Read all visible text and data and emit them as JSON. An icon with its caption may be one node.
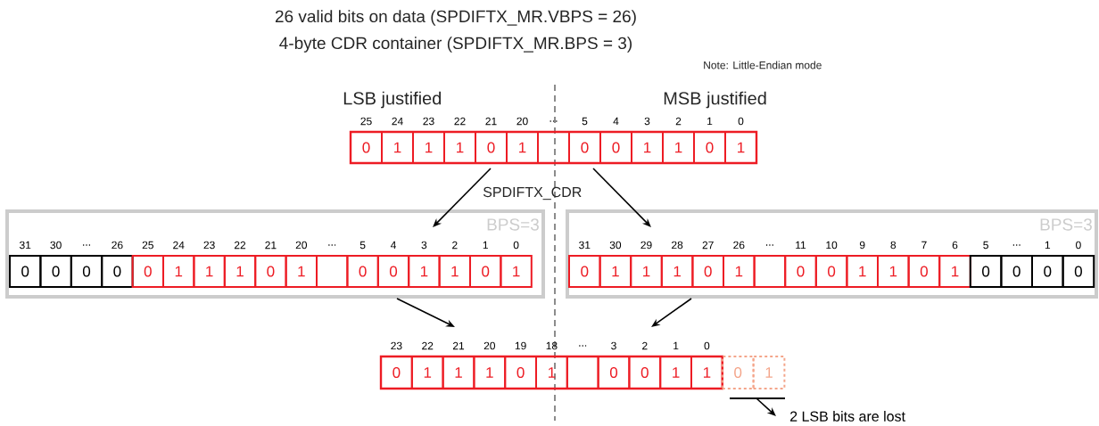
{
  "diagram": {
    "nodes": [
      {
        "text": [],
        "shape": "bar"
      },
      {
        "text": [
          "0"
        ],
        "in": 0,
        "beside": [
          "25"
        ]
      },
      {
        "text": [
          "1"
        ],
        "in": 0,
        "beside": [
          "24"
        ]
      },
      {
        "text": [
          "1"
        ],
        "in": 0,
        "beside": [
          "23"
        ]
      },
      {
        "text": [
          "1"
        ],
        "in": 0,
        "beside": [
          "22"
        ]
      },
      {
        "text": [
          "0"
        ],
        "in": 0,
        "beside": [
          "21"
        ]
      },
      {
        "text": [
          "1"
        ],
        "in": 0,
        "beside": [
          "20"
        ]
      },
      {
        "text": [],
        "shape": "box",
        "in": 0,
        "beside": [
          "..."
        ]
      },
      {
        "text": [
          "0"
        ],
        "in": 0,
        "beside": [
          "5"
        ]
      },
      {
        "text": [
          "0"
        ],
        "in": 0,
        "beside": [
          "4"
        ]
      },
      {
        "text": [
          "1"
        ],
        "in": 0,
        "beside": [
          "3"
        ]
      },
      {
        "text": [
          "1"
        ],
        "in": 0,
        "beside": [
          "2"
        ]
      },
      {
        "text": [
          "0"
        ],
        "in": 0,
        "beside": [
          "1"
        ]
      },
      {
        "text": [
          "1"
        ],
        "in": 0,
        "beside": [
          "0"
        ]
      },
      {
        "text": [
          "BPS=3"
        ]
      },
      {
        "text": [
          "0"
        ],
        "in": 14,
        "beside": [
          "31"
        ]
      },
      {
        "text": [
          "0"
        ],
        "in": 14,
        "beside": [
          "30"
        ]
      },
      {
        "text": [
          "0"
        ],
        "in": 14,
        "beside": [
          "..."
        ]
      },
      {
        "text": [
          "0"
        ],
        "in": 14,
        "beside": [
          "26"
        ]
      },
      {
        "text": [
          "0"
        ],
        "in": 14,
        "beside": [
          "25"
        ]
      },
      {
        "text": [
          "1"
        ],
        "in": 14,
        "beside": [
          "24"
        ]
      },
      {
        "text": [
          "1"
        ],
        "in": 14,
        "beside": [
          "23"
        ]
      },
      {
        "text": [
          "1"
        ],
        "in": 14,
        "beside": [
          "22"
        ]
      },
      {
        "text": [
          "0"
        ],
        "in": 14,
        "beside": [
          "21"
        ]
      },
      {
        "text": [
          "1"
        ],
        "in": 14,
        "beside": [
          "20"
        ]
      },
      {
        "text": [],
        "shape": "box",
        "in": 14,
        "beside": [
          "..."
        ]
      },
      {
        "text": [
          "0"
        ],
        "in": 14,
        "beside": [
          "5"
        ]
      },
      {
        "text": [
          "0"
        ],
        "in": 14,
        "beside": [
          "4"
        ]
      },
      {
        "text": [
          "1"
        ],
        "in": 14,
        "beside": [
          "3"
        ]
      },
      {
        "text": [
          "1"
        ],
        "in": 14,
        "beside": [
          "2"
        ]
      },
      {
        "text": [
          "0"
        ],
        "in": 14,
        "beside": [
          "1"
        ]
      },
      {
        "text": [
          "1"
        ],
        "in": 14,
        "beside": [
          "0"
        ]
      },
      {
        "text": [
          "BPS=3"
        ]
      },
      {
        "text": [
          "0"
        ],
        "in": 32,
        "beside": [
          "31"
        ]
      },
      {
        "text": [
          "1"
        ],
        "in": 32,
        "beside": [
          "30"
        ]
      },
      {
        "text": [
          "1"
        ],
        "in": 32,
        "beside": [
          "29"
        ]
      },
      {
        "text": [
          "1"
        ],
        "in": 32,
        "beside": [
          "28"
        ]
      },
      {
        "text": [
          "0"
        ],
        "in": 32,
        "beside": [
          "27"
        ]
      },
      {
        "text": [
          "1"
        ],
        "in": 32,
        "beside": [
          "26"
        ]
      },
      {
        "text": [],
        "shape": "box",
        "in": 32,
        "beside": [
          "..."
        ]
      },
      {
        "text": [
          "0"
        ],
        "in": 32,
        "beside": [
          "11"
        ]
      },
      {
        "text": [
          "0"
        ],
        "in": 32,
        "beside": [
          "10"
        ]
      },
      {
        "text": [
          "1"
        ],
        "in": 32,
        "beside": [
          "9"
        ]
      },
      {
        "text": [
          "1"
        ],
        "in": 32,
        "beside": [
          "8"
        ]
      },
      {
        "text": [
          "0"
        ],
        "in": 32,
        "beside": [
          "7"
        ]
      },
      {
        "text": [
          "1"
        ],
        "in": 32,
        "beside": [
          "6"
        ]
      },
      {
        "text": [
          "0"
        ],
        "in": 32,
        "beside": [
          "5"
        ]
      },
      {
        "text": [
          "0"
        ],
        "in": 32,
        "beside": [
          "..."
        ]
      },
      {
        "text": [
          "0"
        ],
        "in": 32,
        "beside": [
          "1"
        ]
      },
      {
        "text": [
          "0"
        ],
        "in": 32,
        "beside": [
          "0"
        ]
      },
      {
        "text": [],
        "shape": "bar"
      },
      {
        "text": [
          "0"
        ],
        "in": 50,
        "beside": [
          "23"
        ]
      },
      {
        "text": [
          "1"
        ],
        "in": 50,
        "beside": [
          "22"
        ]
      },
      {
        "text": [
          "1"
        ],
        "in": 50,
        "beside": [
          "21"
        ]
      },
      {
        "text": [
          "1"
        ],
        "in": 50,
        "beside": [
          "20"
        ]
      },
      {
        "text": [
          "0"
        ],
        "in": 50,
        "beside": [
          "19"
        ]
      },
      {
        "text": [
          "1"
        ],
        "in": 50,
        "beside": [
          "18"
        ]
      },
      {
        "text": [],
        "shape": "box",
        "in": 50,
        "beside": [
          "..."
        ]
      },
      {
        "text": [
          "0"
        ],
        "in": 50,
        "beside": [
          "3"
        ]
      },
      {
        "text": [
          "0"
        ],
        "in": 50,
        "beside": [
          "2"
        ]
      },
      {
        "text": [
          "1"
        ],
        "in": 50,
        "beside": [
          "1"
        ]
      },
      {
        "text": [
          "1"
        ],
        "in": 50,
        "beside": [
          "0"
        ]
      },
      {
        "text": [
          "0"
        ]
      },
      {
        "text": [
          "1"
        ]
      },
      {
        "text": [
          "2 LSB bits are lost"
        ]
      }
    ],
    "edges": [
      {
        "from": 0,
        "to": 14,
        "arrow": "to"
      },
      {
        "from": 0,
        "to": 32,
        "arrow": "to"
      },
      {
        "from": 14,
        "to": 53,
        "arrow": "to"
      },
      {
        "from": 32,
        "to": 59,
        "arrow": "to"
      },
      {
        "from": 63,
        "to": 64,
        "arrow": "to"
      }
    ],
    "labels": [
      "26 valid bits on data (SPDIFTX_MR.VBPS = 26)",
      "4-byte CDR container (SPDIFTX_MR.BPS = 3)",
      "Note: Little-Endian mode",
      "LSB justified",
      "MSB justified",
      "SPDIFTX_CDR"
    ]
  }
}
